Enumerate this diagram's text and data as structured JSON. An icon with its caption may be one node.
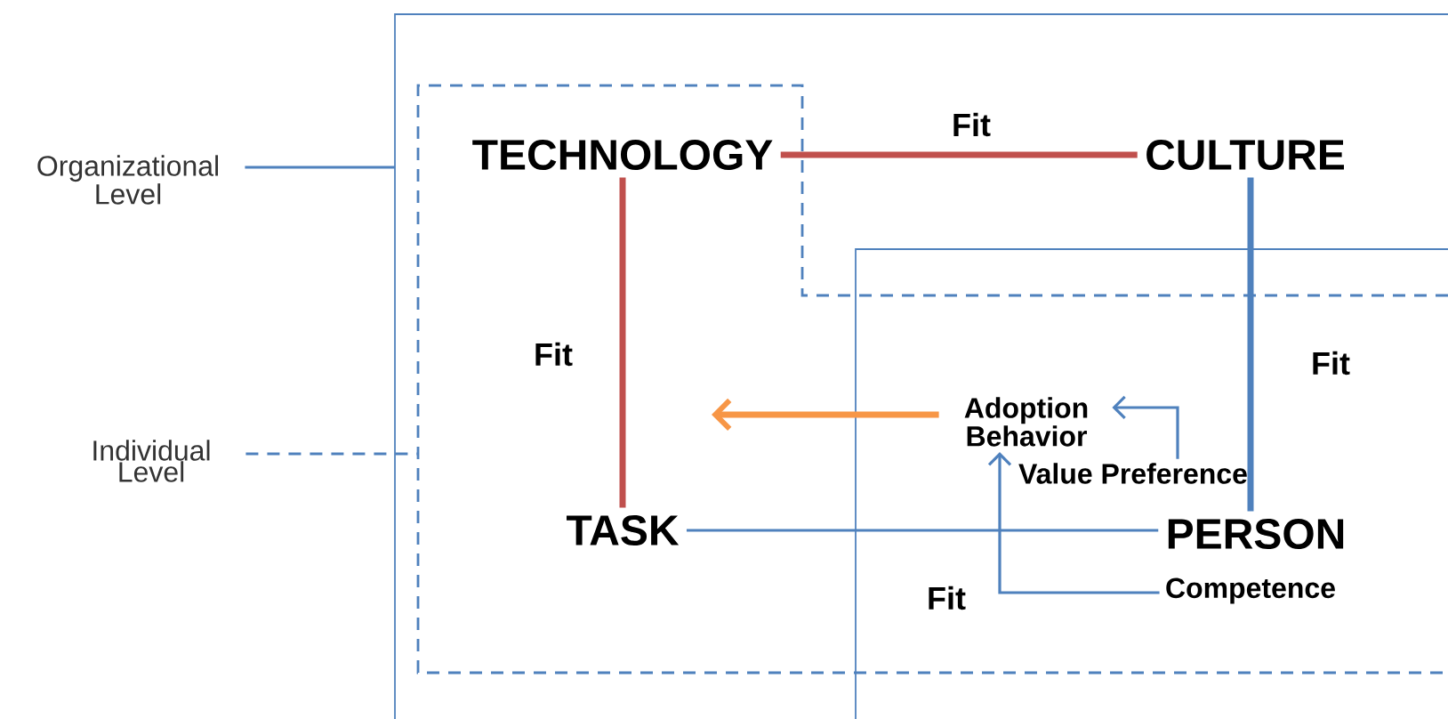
{
  "diagram": {
    "nodes": [
      {
        "text": [
          "Organizational Level"
        ]
      },
      {
        "text": [
          "Individual Level"
        ]
      },
      {
        "text": [
          "TECHNOLOGY"
        ]
      },
      {
        "text": [
          "CULTURE"
        ]
      },
      {
        "text": [
          "TASK"
        ]
      },
      {
        "text": [
          "PERSON"
        ]
      },
      {
        "text": [
          "Adoption Behavior"
        ]
      },
      {
        "text": [
          "Value Preference"
        ]
      },
      {
        "text": [
          "Competence"
        ]
      }
    ],
    "edges": [
      {
        "from": 0,
        "to": null,
        "arrow": "none"
      },
      {
        "from": 1,
        "to": null,
        "arrow": "none",
        "style": "dashed"
      },
      {
        "from": 2,
        "to": 3,
        "arrow": "none",
        "label": "Fit",
        "style": "thick",
        "color": "#c0504d"
      },
      {
        "from": 2,
        "to": 4,
        "arrow": "none",
        "label": "Fit",
        "style": "thick",
        "color": "#c0504d"
      },
      {
        "from": 3,
        "to": 5,
        "arrow": "none",
        "label": "Fit",
        "style": "thick"
      },
      {
        "from": 4,
        "to": 5,
        "arrow": "none",
        "label": "Fit"
      },
      {
        "from": 6,
        "to": null,
        "arrow": "to",
        "style": "thick",
        "color": "#f79646"
      },
      {
        "from": 7,
        "to": 6,
        "arrow": "to"
      },
      {
        "from": 8,
        "to": 6,
        "arrow": "to"
      }
    ]
  }
}
